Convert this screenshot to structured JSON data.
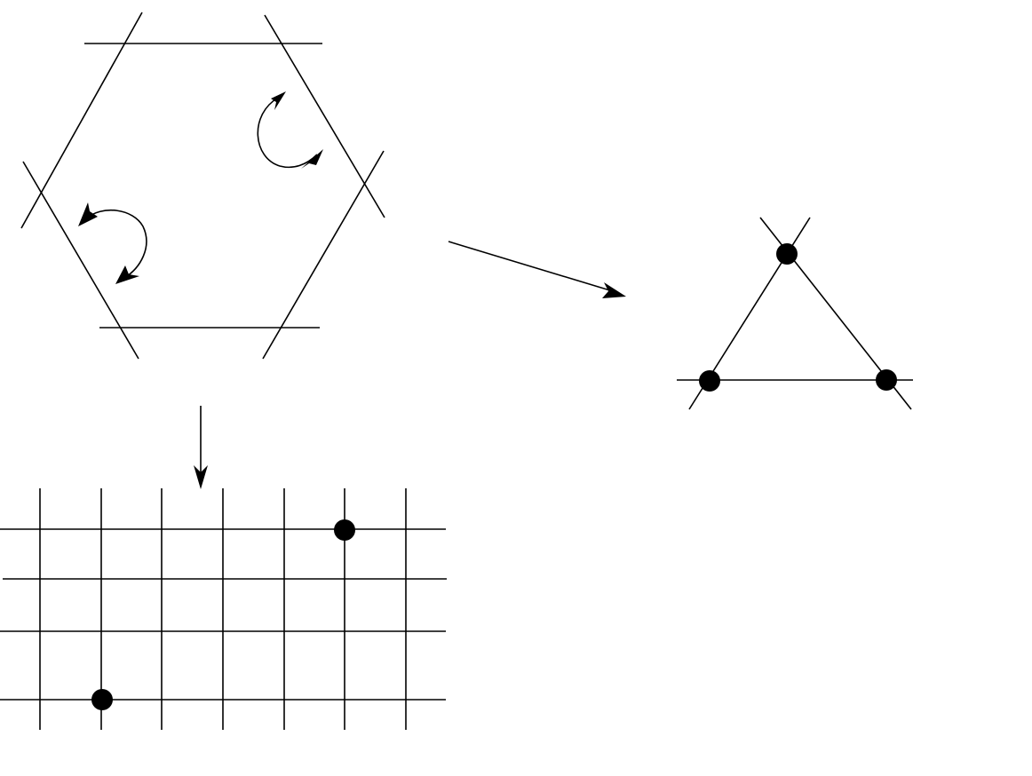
{
  "diagram": {
    "panels": [
      {
        "id": "hexagon",
        "shape": "hexagon formed by six extended lines",
        "curved_arrows": 2
      },
      {
        "id": "triangle",
        "shape": "triangle formed by three extended lines",
        "vertex_dots": 3
      },
      {
        "id": "square-grid",
        "shape": "square grid",
        "vertical_lines": 7,
        "horizontal_lines": 4,
        "dots": 2
      }
    ],
    "connectors": [
      {
        "from": "hexagon",
        "to": "triangle",
        "style": "straight arrow"
      },
      {
        "from": "hexagon",
        "to": "square-grid",
        "style": "straight arrow"
      }
    ],
    "colors": {
      "stroke": "#000000",
      "dot": "#000000",
      "background": "#ffffff"
    }
  }
}
